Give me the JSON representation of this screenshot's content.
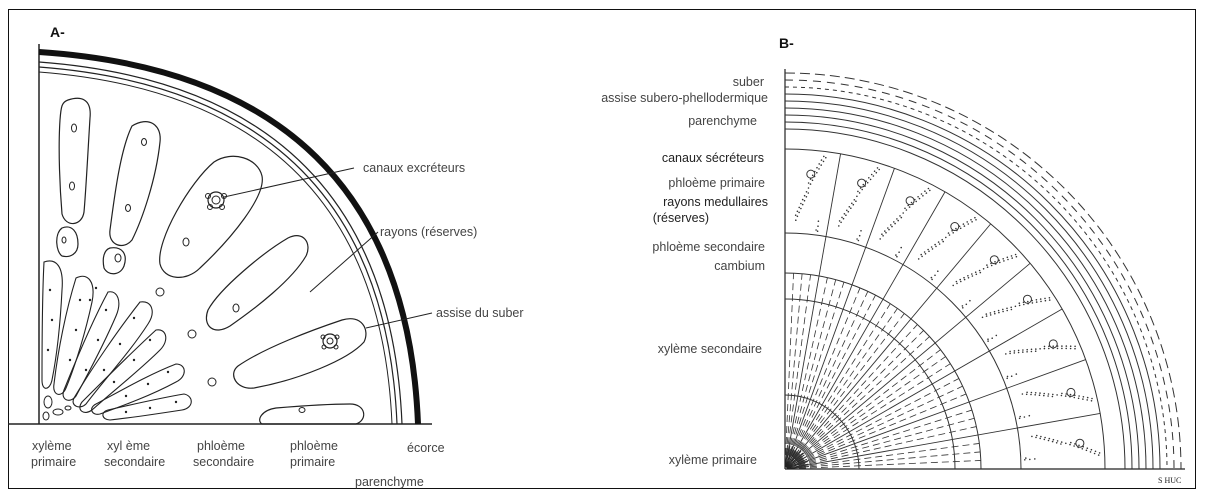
{
  "panel_a": {
    "title": "A-",
    "labels": {
      "canaux_excreteurs": "canaux excréteurs",
      "rayons_reserves": "rayons (réserves)",
      "assise_du_suber": "assise du suber",
      "xyleme_primaire_l1": "xylème",
      "xyleme_primaire_l2": "primaire",
      "xyleme_secondaire_l1": "xyl ème",
      "xyleme_secondaire_l2": "secondaire",
      "phloeme_secondaire_l1": "phloème",
      "phloeme_secondaire_l2": "secondaire",
      "phloeme_primaire_l1": "phloème",
      "phloeme_primaire_l2": "primaire",
      "ecorce": "écorce",
      "parenchyme": "parenchyme"
    }
  },
  "panel_b": {
    "title": "B-",
    "labels": {
      "suber": "suber",
      "assise": "assise subero-phellodermique",
      "parenchyme": "parenchyme",
      "canaux_secreteurs": "canaux sécréteurs",
      "phloeme_primaire": "phloème primaire",
      "rayons_l1": "rayons medullaires",
      "rayons_l2": "(réserves)",
      "phloeme_secondaire": "phloème secondaire",
      "cambium": "cambium",
      "xyleme_secondaire": "xylème secondaire",
      "xyleme_primaire": "xylème primaire"
    },
    "signature": "S HUC"
  },
  "colors": {
    "line": "#222222",
    "bark": "#111111",
    "text": "#444444"
  }
}
